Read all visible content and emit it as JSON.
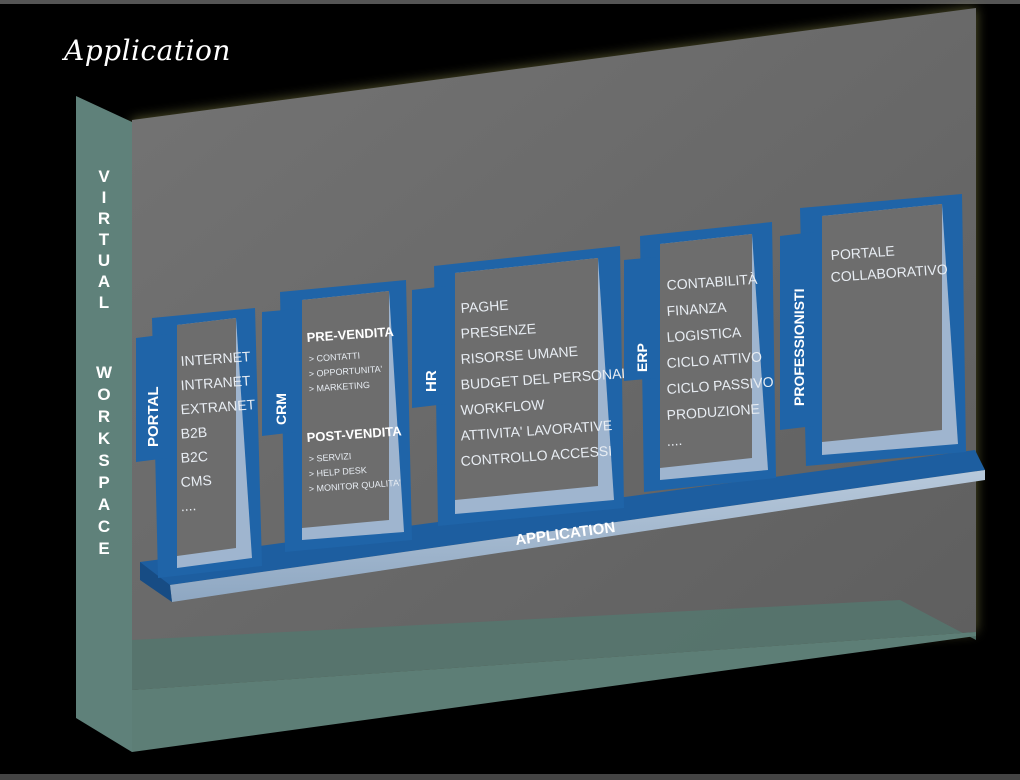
{
  "page_title": "Application",
  "workspace_label_1": "VIRTUAL",
  "workspace_label_2": "WORKSPACE",
  "shelf_label": "APPLICATION",
  "colors": {
    "wall": "#6b6b6b",
    "side_wall": "#5f7f78",
    "floor": "#5a7b74",
    "module_blue": "#1f64a8",
    "module_light": "#9cb4cf",
    "glow": "#c9c86a"
  },
  "modules": {
    "portal": {
      "tab": "PORTAL",
      "items": [
        "INTERNET",
        "INTRANET",
        "EXTRANET",
        "B2B",
        "B2C",
        "CMS",
        "...."
      ]
    },
    "crm": {
      "tab": "CRM",
      "pre_heading": "PRE-VENDITA",
      "pre_items": [
        "> CONTATTI",
        "> OPPORTUNITA'",
        "> MARKETING"
      ],
      "post_heading": "POST-VENDITA",
      "post_items": [
        "> SERVIZI",
        "> HELP DESK",
        "> MONITOR QUALITA'"
      ]
    },
    "hr": {
      "tab": "HR",
      "items": [
        "PAGHE",
        "PRESENZE",
        "RISORSE UMANE",
        "BUDGET DEL PERSONALE",
        "WORKFLOW",
        "ATTIVITA' LAVORATIVE",
        "CONTROLLO ACCESSI"
      ]
    },
    "erp": {
      "tab": "ERP",
      "items": [
        "CONTABILITÀ",
        "FINANZA",
        "LOGISTICA",
        "CICLO ATTIVO",
        "CICLO PASSIVO",
        "PRODUZIONE",
        "...."
      ]
    },
    "professionisti": {
      "tab": "PROFESSIONISTI",
      "items": [
        "PORTALE",
        "COLLABORATIVO"
      ]
    }
  }
}
